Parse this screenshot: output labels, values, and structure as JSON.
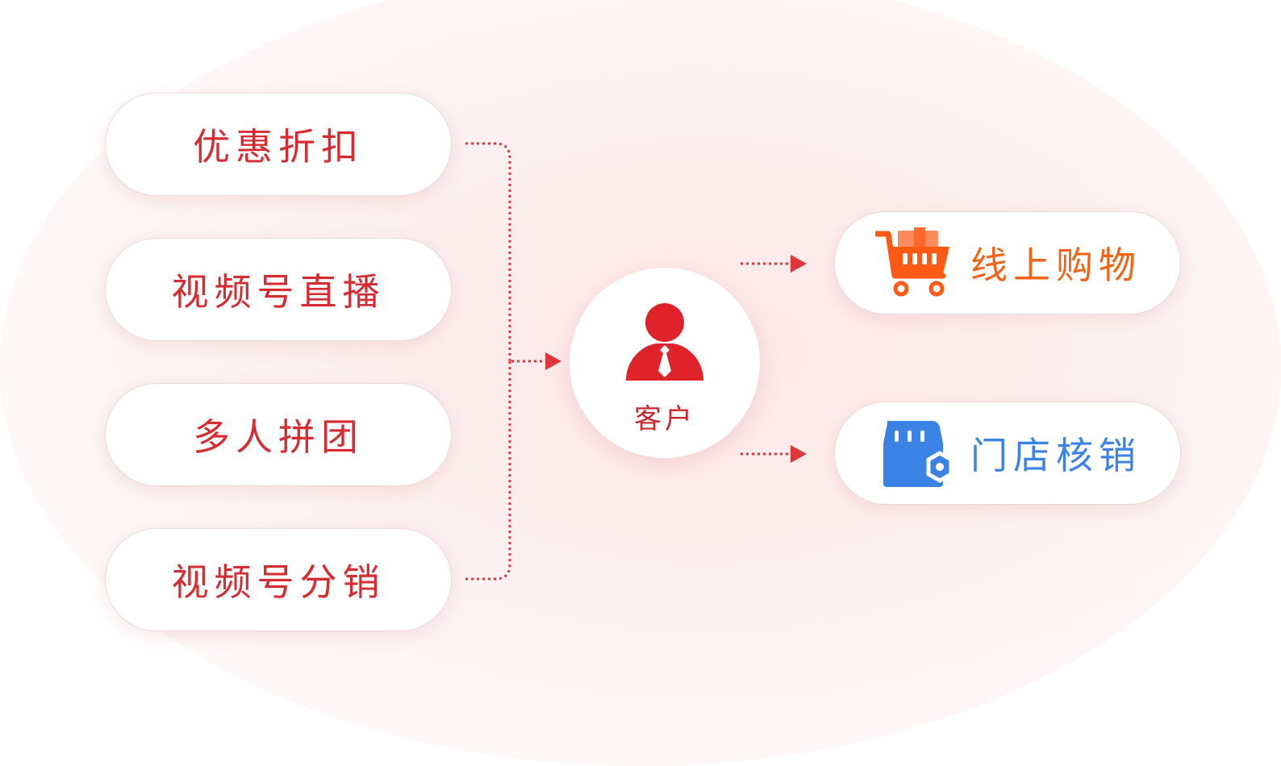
{
  "sources": [
    {
      "label": "优惠折扣"
    },
    {
      "label": "视频号直播"
    },
    {
      "label": "多人拼团"
    },
    {
      "label": "视频号分销"
    }
  ],
  "center": {
    "label": "客户",
    "icon": "person-icon"
  },
  "outcomes": [
    {
      "label": "线上购物",
      "icon": "shopping-cart-icon",
      "color": "#f06418"
    },
    {
      "label": "门店核销",
      "icon": "store-icon",
      "color": "#3a82e3"
    }
  ],
  "colors": {
    "accent": "#d62b30",
    "connector": "#e0353b"
  }
}
